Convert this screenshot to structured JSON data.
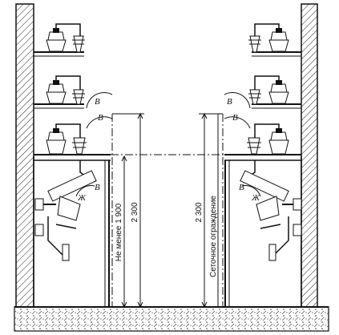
{
  "labels": {
    "min_label": "Не менее 1 900",
    "dim_2300_left": "2 300",
    "dim_2300_right": "2 300",
    "mesh_fence": "Сеточное ограждение",
    "clearance_letter": "В",
    "knife_letter": "Ж"
  }
}
